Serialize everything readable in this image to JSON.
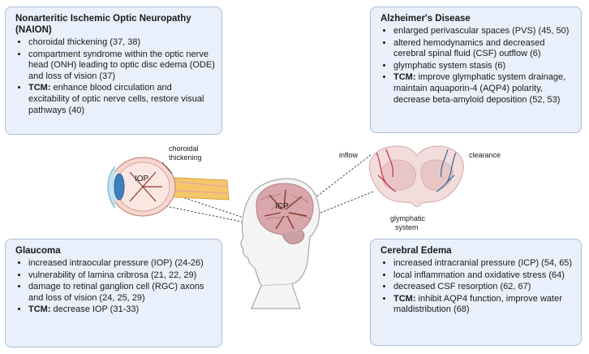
{
  "naion": {
    "title": "Nonarteritic Ischemic Optic Neuropathy (NAION)",
    "items": [
      "choroidal thickening (37, 38)",
      "compartment syndrome within the optic nerve head (ONH) leading to optic disc edema (ODE) and loss of vision (37)"
    ],
    "tcm_label": "TCM:",
    "tcm_text": " enhance blood circulation and excitability of optic nerve cells, restore visual pathways (40)"
  },
  "alzheimers": {
    "title": "Alzheimer's Disease",
    "items": [
      "enlarged perivascular spaces (PVS) (45, 50)",
      "altered hemodynamics and decreased cerebral spinal fluid (CSF) outflow (6)",
      "glymphatic system stasis (6)"
    ],
    "tcm_label": "TCM:",
    "tcm_text": " improve glymphatic system drainage, maintain aquaporin-4 (AQP4) polarity, decrease beta-amyloid deposition (52, 53)"
  },
  "glaucoma": {
    "title": "Glaucoma",
    "items": [
      "increased intraocular pressure (IOP) (24-26)",
      "vulnerability of lamina cribrosa (21, 22, 29)",
      "damage to retinal ganglion cell (RGC) axons and loss of vision (24, 25, 29)"
    ],
    "tcm_label": "TCM:",
    "tcm_text": " decrease IOP (31-33)"
  },
  "edema": {
    "title": "Cerebral Edema",
    "items": [
      "increased intracranial pressure (ICP) (54, 65)",
      "local inflammation and oxidative stress (64)",
      "decreased CSF resorption (62, 67)"
    ],
    "tcm_label": "TCM:",
    "tcm_text": " inhibit AQP4 function, improve water maldistribution (68)"
  },
  "labels": {
    "choroidal": "choroidal",
    "thickening": "thickening",
    "iop": "IOP",
    "icp": "ICP",
    "inflow": "inflow",
    "clearance": "clearance",
    "glymphatic": "glymphatic",
    "system": "system"
  }
}
